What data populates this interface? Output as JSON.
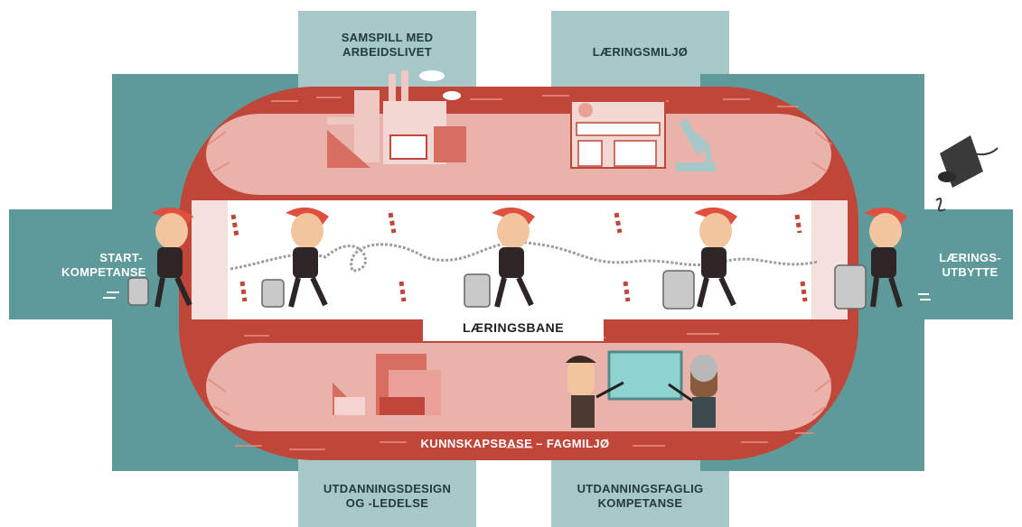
{
  "labels": {
    "top_left": "SAMSPILL MED\nARBEIDSLIVET",
    "top_right": "LÆRINGSMILJØ",
    "left": "START-\nKOMPETANSE",
    "right": "LÆRINGS-\nUTBYTTE",
    "bottom_left": "UTDANNINGSDESIGN\nOG -LEDELSE",
    "bottom_right": "UTDANNINGSFAGLIG\nKOMPETANSE",
    "track": "LÆRINGSBANE",
    "base": "KUNNSKAPSBASE – FAGMILJØ"
  },
  "colors": {
    "teal": "#5f9a9a",
    "teal_light": "#a6c8c8",
    "brick": "#c0463a",
    "brick_dark": "#a8382d",
    "pink": "#e9b3ab",
    "track": "#ffffff"
  },
  "icons": [
    "student-figure",
    "suitcase-icon",
    "graduation-cap-icon",
    "factory-icon",
    "building-icon",
    "microscope-icon",
    "teacher-figure",
    "whiteboard-icon",
    "blocks-icon"
  ]
}
